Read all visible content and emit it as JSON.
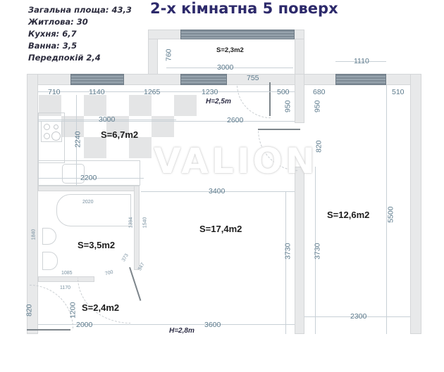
{
  "title": "2-х кімнатна 5 поверх",
  "info": {
    "total": "Загальна площа: 43,3",
    "living": "Житлова: 30",
    "kitchen": "Кухня: 6,7",
    "bath": "Ванна: 3,5",
    "hall": "Передпокій 2,4"
  },
  "watermark": "VALION",
  "rooms": {
    "balcony": "S=2,3m2",
    "kitchen": "S=6,7m2",
    "living_room": "S=17,4m2",
    "bedroom": "S=12,6m2",
    "bathroom": "S=3,5m2",
    "hallway": "S=2,4m2"
  },
  "heights": {
    "kitchen": "H=2,5m",
    "main": "H=2,8m"
  },
  "dimensions": {
    "balcony_depth": "760",
    "balcony_width": "3000",
    "d755": "755",
    "d1110": "1110",
    "d710": "710",
    "d1140": "1140",
    "d1265": "1265",
    "d1230": "1230",
    "d500": "500",
    "d680": "680",
    "d510": "510",
    "d950_a": "950",
    "d950_b": "950",
    "kitchen_width": "3000",
    "kitchen_depth": "2240",
    "d2600": "2600",
    "d820_right": "820",
    "d2200": "2200",
    "d3400": "3400",
    "bath_tub": "2020",
    "d1394": "1394",
    "d1540": "1540",
    "d1840": "1840",
    "d373": "373",
    "d347": "347",
    "d700": "700",
    "d1085": "1085",
    "d1170": "1170",
    "d3730_a": "3730",
    "d3730_b": "3730",
    "d5500": "5500",
    "d820_left": "820",
    "d1200": "1200",
    "d2000": "2000",
    "d3600": "3600",
    "d2300": "2300"
  }
}
